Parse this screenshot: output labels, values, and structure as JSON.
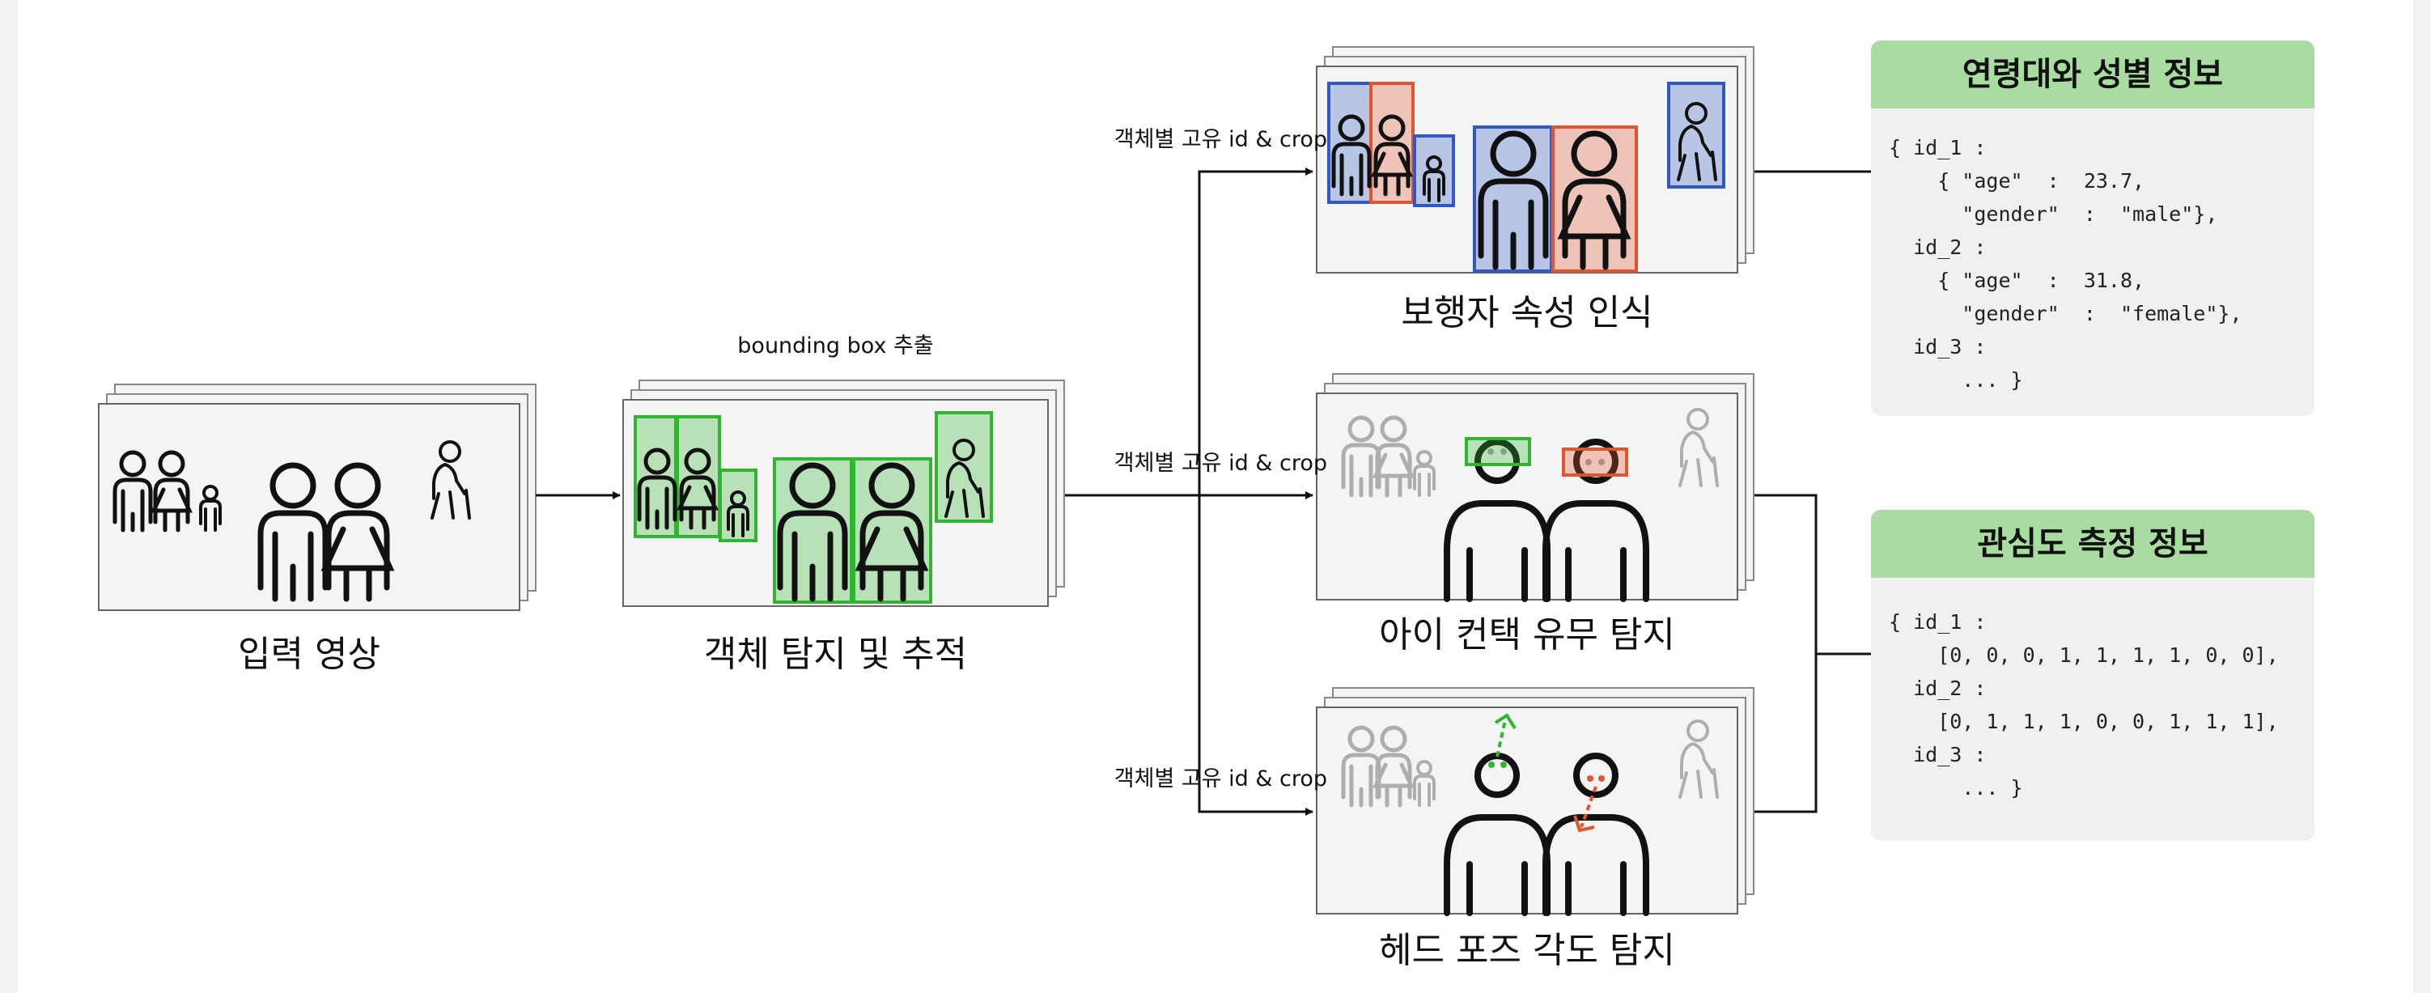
{
  "stages": {
    "input_caption": "입력 영상",
    "detect_caption": "객체 탐지 및 추적",
    "detect_label": "bounding box 추출",
    "attr_caption": "보행자 속성 인식",
    "contact_caption": "아이 컨택 유무 탐지",
    "headpose_caption": "헤드 포즈 각도 탐지",
    "crop_label_1": "객체별 고유 id & crop",
    "crop_label_2": "객체별 고유 id & crop",
    "crop_label_3": "객체별 고유 id & crop"
  },
  "panels": {
    "age_gender": {
      "title": "연령대와 성별 정보",
      "lines": [
        "{ id_1 :",
        "    { \"age\"  :  23.7,",
        "      \"gender\"  :  \"male\"},",
        "  id_2 :",
        "    { \"age\"  :  31.8,",
        "      \"gender\"  :  \"female\"},",
        "  id_3 :",
        "      ... }"
      ]
    },
    "interest": {
      "title": "관심도 측정 정보",
      "lines": [
        "{ id_1 :",
        "    [0, 0, 0, 1, 1, 1, 1, 0, 0],",
        "  id_2 :",
        "    [0, 1, 1, 1, 0, 0, 1, 1, 1],",
        "  id_3 :",
        "      ... }"
      ]
    }
  },
  "colors": {
    "box_green": "#2fb52f",
    "box_blue": "#3358c4",
    "box_red": "#e0552f",
    "panel_header": "#a9dca0",
    "panel_body": "#f0f0f0"
  }
}
